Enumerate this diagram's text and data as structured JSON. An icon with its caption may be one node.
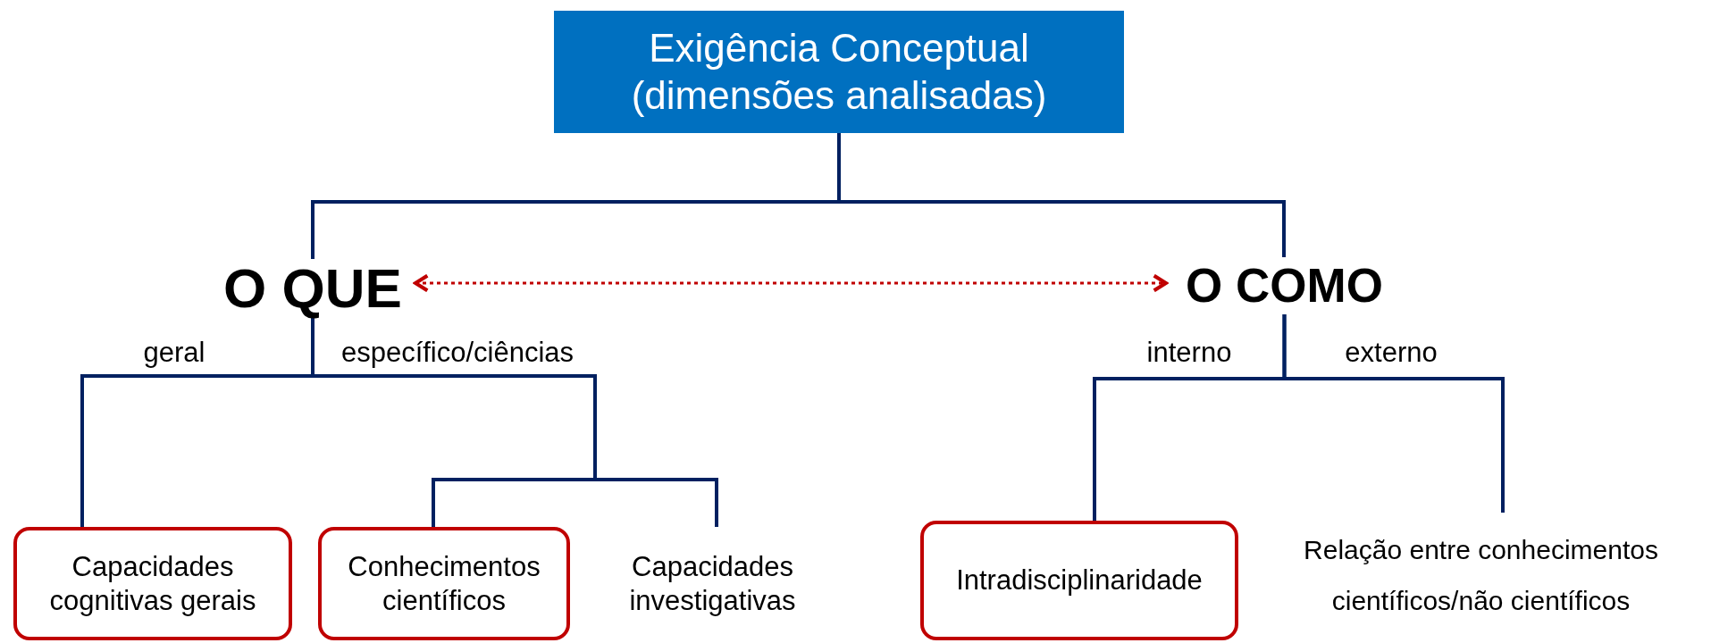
{
  "diagram": {
    "nodes": [
      {
        "text": [
          "Exigência Conceptual (dimensões analisadas)"
        ]
      },
      {
        "text": [
          "O QUE"
        ]
      },
      {
        "text": [
          "O COMO"
        ]
      },
      {
        "text": [
          "Capacidades cognitivas gerais"
        ]
      },
      {
        "text": [
          "Conhecimentos científicos"
        ]
      },
      {
        "text": [
          "Capacidades investigativas"
        ]
      },
      {
        "text": [
          "Intradisciplinaridade"
        ]
      },
      {
        "text": [
          "Relação entre conhecimentos científicos/não científicos"
        ]
      }
    ],
    "edges": [
      {
        "from": 0,
        "to": 1,
        "arrow": "none"
      },
      {
        "from": 0,
        "to": 2,
        "arrow": "none"
      },
      {
        "from": 1,
        "to": 2,
        "arrow": "both",
        "style": "dashed",
        "color": "#c00000"
      },
      {
        "from": 1,
        "to": 3,
        "arrow": "none",
        "label": "geral"
      },
      {
        "from": 1,
        "to": 4,
        "arrow": "none",
        "label": "específico/ciências"
      },
      {
        "from": 1,
        "to": 5,
        "arrow": "none"
      },
      {
        "from": 2,
        "to": 6,
        "arrow": "none",
        "label": "interno"
      },
      {
        "from": 2,
        "to": 7,
        "arrow": "none",
        "label": "externo"
      }
    ]
  }
}
